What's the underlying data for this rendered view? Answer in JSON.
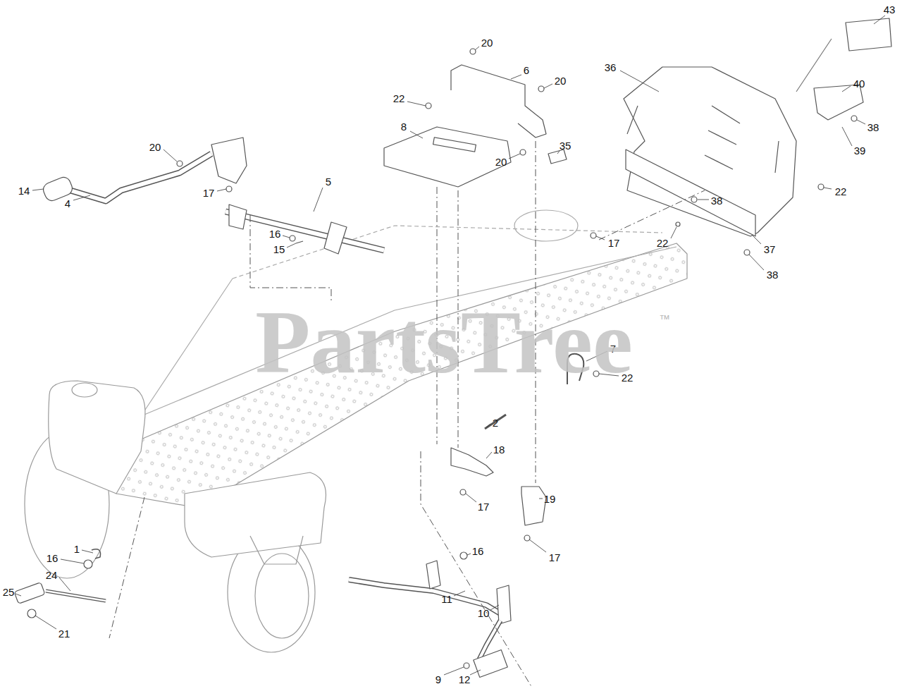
{
  "diagram": {
    "labels": [
      "43",
      "20",
      "36",
      "6",
      "20",
      "22",
      "40",
      "38",
      "8",
      "20",
      "14",
      "4",
      "5",
      "35",
      "20",
      "39",
      "22",
      "38",
      "17",
      "16",
      "15",
      "17",
      "22",
      "37",
      "38",
      "7",
      "22",
      "2",
      "18",
      "17",
      "19",
      "17",
      "1",
      "16",
      "16",
      "24",
      "25",
      "21",
      "11",
      "10",
      "9",
      "12",
      "PartsTree",
      "™"
    ]
  }
}
